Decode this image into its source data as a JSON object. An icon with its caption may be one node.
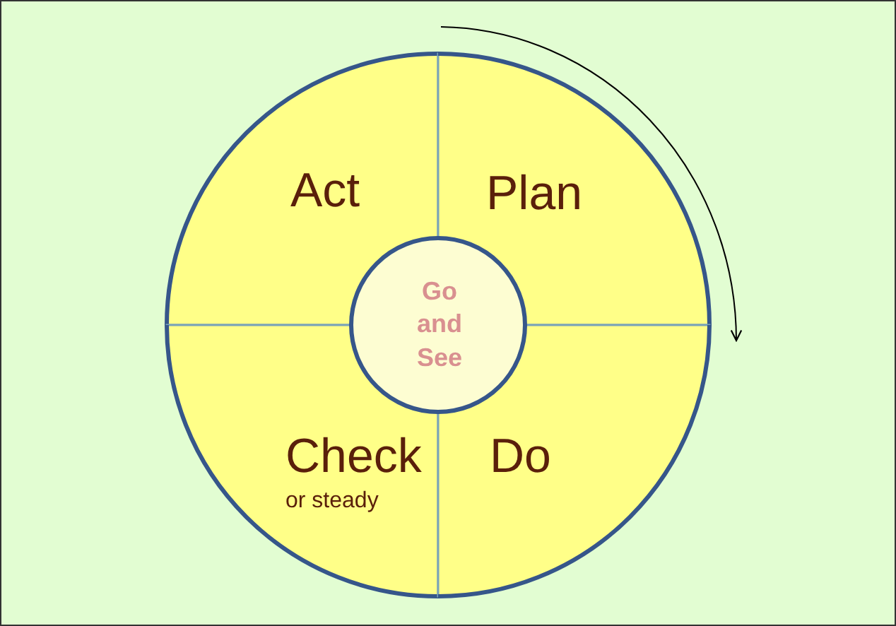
{
  "diagram": {
    "nodes": [
      {
        "text": [
          "Act"
        ]
      },
      {
        "text": [
          "Plan"
        ]
      },
      {
        "text": [
          "Go and See"
        ]
      },
      {
        "text": [
          "Check",
          "or steady"
        ]
      },
      {
        "text": [
          "Do"
        ]
      }
    ]
  }
}
